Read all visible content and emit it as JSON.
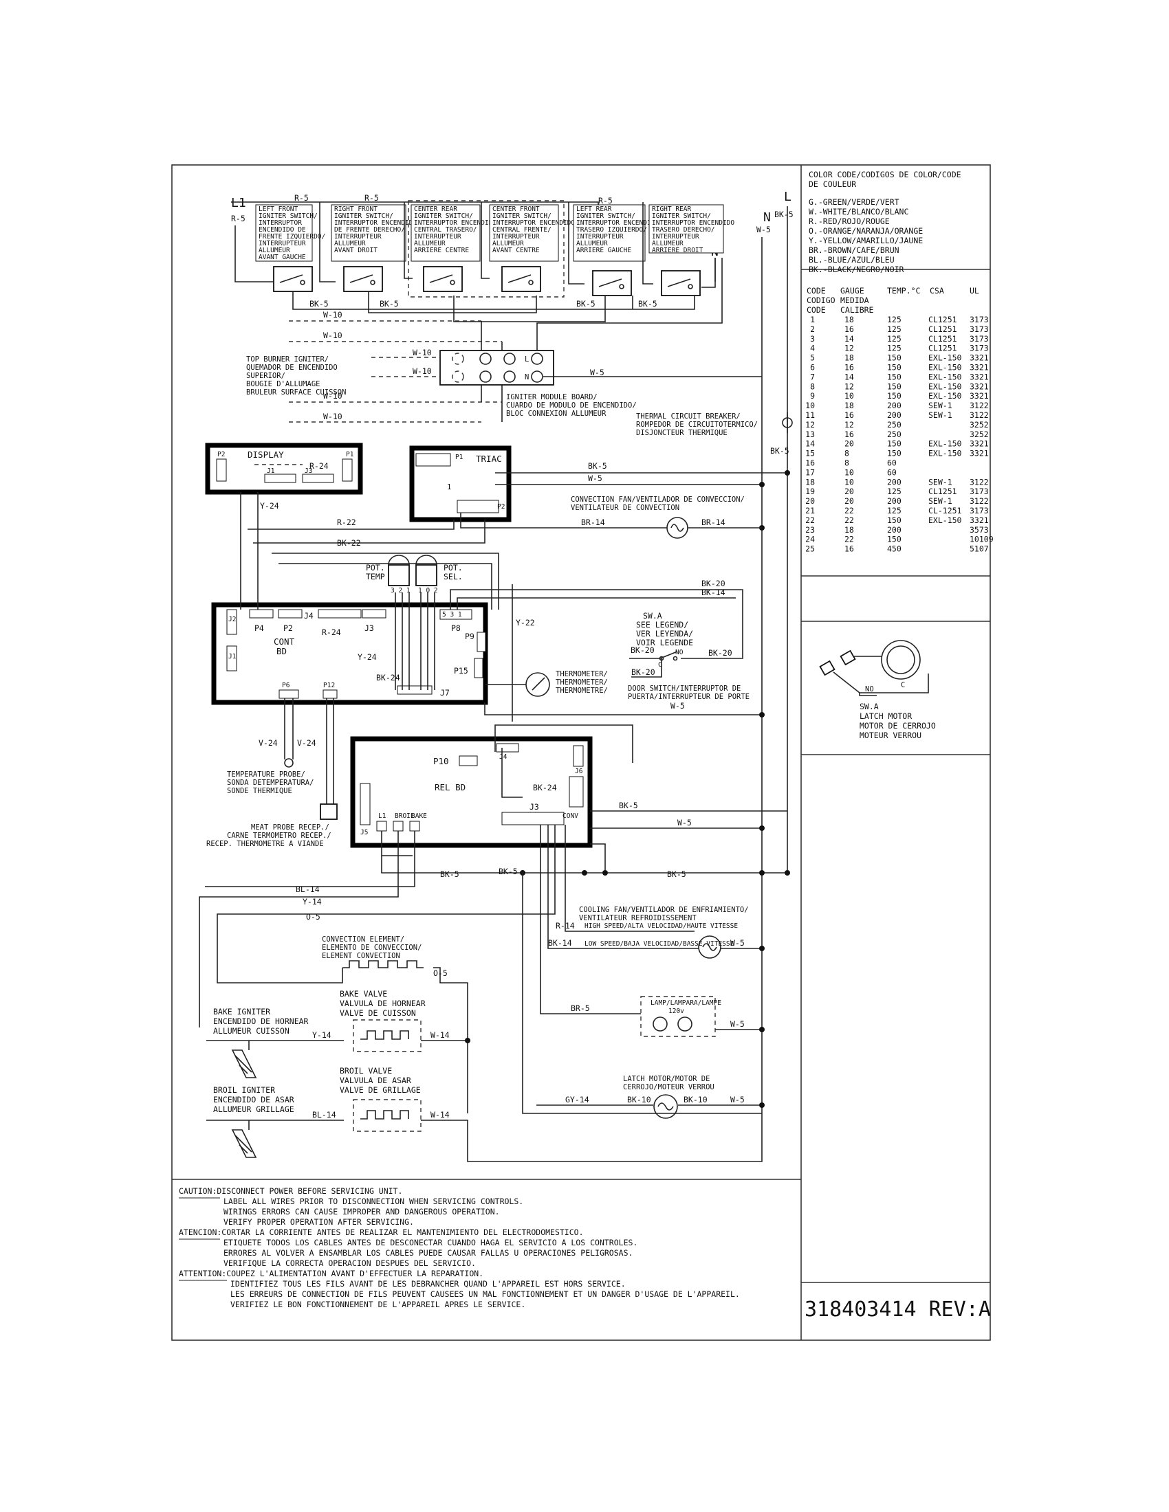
{
  "supply": {
    "l1": "L1",
    "n": "N",
    "l": "L",
    "n2": "N"
  },
  "igniter_switches": [
    {
      "wire": "R-5",
      "text": [
        "LEFT FRONT",
        "IGNITER SWITCH/",
        "INTERRUPTOR",
        "ENCENDIDO DE",
        "FRENTE IZQUIERDO/",
        "INTERRUPTEUR",
        "ALLUMEUR",
        "AVANT GAUCHE"
      ]
    },
    {
      "wire": "R-5",
      "text": [
        "RIGHT FRONT",
        "IGNITER SWITCH/",
        "INTERRUPTOR ENCENDIDO",
        "DE FRENTE DERECHO/",
        "INTERRUPTEUR",
        "ALLUMEUR",
        "AVANT DROIT"
      ]
    },
    {
      "wire": "",
      "text": [
        "CENTER REAR",
        "IGNITER SWITCH/",
        "INTERRUPTOR ENCENDIDO",
        "CENTRAL TRASERO/",
        "INTERRUPTEUR",
        "ALLUMEUR",
        "ARRIERE CENTRE"
      ]
    },
    {
      "wire": "",
      "text": [
        "CENTER FRONT",
        "IGNITER SWITCH/",
        "INTERRUPTOR ENCENDIDO",
        "CENTRAL FRENTE/",
        "INTERRUPTEUR",
        "ALLUMEUR",
        "AVANT CENTRE"
      ]
    },
    {
      "wire": "R-5",
      "text": [
        "LEFT REAR",
        "IGNITER SWITCH/",
        "INTERRUPTOR ENCENDIDO",
        "TRASERO IZQUIERDO/",
        "INTERRUPTEUR",
        "ALLUMEUR",
        "ARRIERE GAUCHE"
      ]
    },
    {
      "wire": "",
      "text": [
        "RIGHT REAR",
        "IGNITER SWITCH/",
        "INTERRUPTOR ENCENDIDO",
        "TRASERO DERECHO/",
        "INTERRUPTEUR",
        "ALLUMEUR",
        "ARRIERE DROIT"
      ]
    }
  ],
  "wires": {
    "r5_l1": "R-5",
    "bk5": "BK-5",
    "w5": "W-5",
    "w10": "W-10",
    "r24": "R-24",
    "y24": "Y-24",
    "r22": "R-22",
    "bk22": "BK-22",
    "bk20": "BK-20",
    "bk14": "BK-14",
    "y22": "Y-22",
    "br14": "BR-14",
    "bk24": "BK-24",
    "v24": "V-24",
    "bl14": "BL-14",
    "y14": "Y-14",
    "o5": "O-5",
    "r14": "R-14",
    "br5": "BR-5",
    "gy14": "GY-14",
    "bk10": "BK-10",
    "w14": "W-14"
  },
  "labels": {
    "top_burner_igniter": [
      "TOP BURNER IGNITER/",
      "QUEMADOR DE ENCENDIDO",
      "SUPERIOR/",
      "BOUGIE D'ALLUMAGE",
      "BRULEUR SURFACE CUISSON"
    ],
    "igniter_module": [
      "IGNITER MODULE BOARD/",
      "CUARDO DE MODULO DE ENCENDIDO/",
      "BLOC CONNEXION ALLUMEUR"
    ],
    "thermal_breaker": [
      "THERMAL CIRCUIT BREAKER/",
      "ROMPEDOR DE CIRCUITOTERMICO/",
      "DISJONCTEUR THERMIQUE"
    ],
    "display": "DISPLAY",
    "triac": "TRIAC",
    "convection_fan": [
      "CONVECTION FAN/VENTILADOR DE CONVECCION/",
      "VENTILATEUR DE CONVECTION"
    ],
    "pot_temp": [
      "POT.",
      "TEMP"
    ],
    "pot_sel": [
      "POT.",
      "SEL."
    ],
    "cont_bd": [
      "CONT",
      "BD"
    ],
    "sw_a_legend": [
      "SW.A",
      "SEE LEGEND/",
      "VER LEYENDA/",
      "VOIR LEGENDE"
    ],
    "thermometer": [
      "THERMOMETER/",
      "THERMOMETER/",
      "THERMOMETRE/"
    ],
    "door_switch": [
      "DOOR SWITCH/INTERRUPTOR DE",
      "PUERTA/INTERRUPTEUR DE PORTE"
    ],
    "temp_probe": [
      "TEMPERATURE PROBE/",
      "SONDA DETEMPERATURA/",
      "SONDE THERMIQUE"
    ],
    "meat_probe": [
      "MEAT PROBE RECEP./",
      "CARNE TERMOMETRO RECEP./",
      "RECEP. THERMOMETRE A VIANDE"
    ],
    "rel_bd": "REL BD",
    "cooling_fan": [
      "COOLING FAN/VENTILADOR DE ENFRIAMIENTO/",
      "VENTILATEUR REFROIDISSEMENT"
    ],
    "high_speed": "HIGH SPEED/ALTA VELOCIDAD/HAUTE VITESSE",
    "low_speed": "LOW SPEED/BAJA VELOCIDAD/BASSE VITESSE",
    "convection_element": [
      "CONVECTION ELEMENT/",
      "ELEMENTO DE CONVECCION/",
      "ELEMENT CONVECTION"
    ],
    "bake_valve": [
      "BAKE VALVE",
      "VALVULA DE HORNEAR",
      "VALVE DE CUISSON"
    ],
    "bake_igniter": [
      "BAKE IGNITER",
      "ENCENDIDO DE HORNEAR",
      "ALLUMEUR CUISSON"
    ],
    "broil_valve": [
      "BROIL VALVE",
      "VALVULA DE ASAR",
      "VALVE DE GRILLAGE"
    ],
    "broil_igniter": [
      "BROIL IGNITER",
      "ENCENDIDO DE ASAR",
      "ALLUMEUR GRILLAGE"
    ],
    "lamp": [
      "LAMP/LAMPARA/LAMPE",
      "120v"
    ],
    "latch_motor": [
      "LATCH MOTOR/MOTOR DE",
      "CERROJO/MOTEUR VERROU"
    ],
    "sw_a_motor": [
      "SW.A",
      "LATCH MOTOR",
      "MOTOR DE CERROJO",
      "MOTEUR VERROU"
    ],
    "no": "NO",
    "c": "C",
    "ports": {
      "p1": "P1",
      "p2": "P2",
      "j1": "J1",
      "j2": "J2",
      "j3": "J3",
      "j4": "J4",
      "j5": "J5",
      "j6": "J6",
      "j7": "J7",
      "p4": "P4",
      "p6": "P6",
      "p8": "P8",
      "p9": "P9",
      "p10": "P10",
      "p12": "P12",
      "p15": "P15"
    },
    "relay_pins": {
      "l1": "L1",
      "bake": "BAKE",
      "broil": "BROIL",
      "conv": "CONV"
    }
  },
  "color_codes": {
    "title": [
      "COLOR CODE/CODIGOS DE COLOR/CODE",
      "DE COULEUR"
    ],
    "items": [
      "G.-GREEN/VERDE/VERT",
      "W.-WHITE/BLANCO/BLANC",
      "R.-RED/ROJO/ROUGE",
      "O.-ORANGE/NARANJA/ORANGE",
      "Y.-YELLOW/AMARILLO/JAUNE",
      "BR.-BROWN/CAFE/BRUN",
      "BL.-BLUE/AZUL/BLEU",
      "BK.-BLACK/NEGRO/NOIR"
    ]
  },
  "gauge_table": {
    "headers": [
      [
        "CODE",
        "CODIGO",
        "CODE"
      ],
      [
        "GAUGE",
        "MEDIDA",
        "CALIBRE"
      ],
      [
        "TEMP.°C"
      ],
      [
        "CSA"
      ],
      [
        "UL"
      ]
    ],
    "rows": [
      [
        "1",
        "18",
        "125",
        "CL1251",
        "3173"
      ],
      [
        "2",
        "16",
        "125",
        "CL1251",
        "3173"
      ],
      [
        "3",
        "14",
        "125",
        "CL1251",
        "3173"
      ],
      [
        "4",
        "12",
        "125",
        "CL1251",
        "3173"
      ],
      [
        "5",
        "18",
        "150",
        "EXL-150",
        "3321"
      ],
      [
        "6",
        "16",
        "150",
        "EXL-150",
        "3321"
      ],
      [
        "7",
        "14",
        "150",
        "EXL-150",
        "3321"
      ],
      [
        "8",
        "12",
        "150",
        "EXL-150",
        "3321"
      ],
      [
        "9",
        "10",
        "150",
        "EXL-150",
        "3321"
      ],
      [
        "10",
        "18",
        "200",
        "SEW-1",
        "3122"
      ],
      [
        "11",
        "16",
        "200",
        "SEW-1",
        "3122"
      ],
      [
        "12",
        "12",
        "250",
        "",
        "3252"
      ],
      [
        "13",
        "16",
        "250",
        "",
        "3252"
      ],
      [
        "14",
        "20",
        "150",
        "EXL-150",
        "3321"
      ],
      [
        "15",
        "8",
        "150",
        "EXL-150",
        "3321"
      ],
      [
        "16",
        "8",
        "60",
        "",
        ""
      ],
      [
        "17",
        "10",
        "60",
        "",
        ""
      ],
      [
        "18",
        "10",
        "200",
        "SEW-1",
        "3122"
      ],
      [
        "19",
        "20",
        "125",
        "CL1251",
        "3173"
      ],
      [
        "20",
        "20",
        "200",
        "SEW-1",
        "3122"
      ],
      [
        "21",
        "22",
        "125",
        "CL-1251",
        "3173"
      ],
      [
        "22",
        "22",
        "150",
        "EXL-150",
        "3321"
      ],
      [
        "23",
        "18",
        "200",
        "",
        "3573"
      ],
      [
        "24",
        "22",
        "150",
        "",
        "10109"
      ],
      [
        "25",
        "16",
        "450",
        "",
        "5107"
      ]
    ]
  },
  "caution": [
    "CAUTION:DISCONNECT POWER BEFORE SERVICING UNIT.",
    "LABEL ALL WIRES PRIOR TO DISCONNECTION WHEN SERVICING CONTROLS.",
    "WIRINGS ERRORS CAN CAUSE IMPROPER AND DANGEROUS OPERATION.",
    "VERIFY PROPER OPERATION AFTER SERVICING.",
    "ATENCION:CORTAR LA CORRIENTE ANTES DE REALIZAR EL MANTENIMIENTO DEL ELECTRODOMESTICO.",
    "ETIQUETE TODOS LOS CABLES ANTES DE DESCONECTAR CUANDO HAGA EL SERVICIO A LOS CONTROLES.",
    "ERRORES AL VOLVER A ENSAMBLAR LOS CABLES PUEDE CAUSAR FALLAS U OPERACIONES PELIGROSAS.",
    "VERIFIQUE LA CORRECTA OPERACION DESPUES DEL SERVICIO.",
    "ATTENTION:COUPEZ L'ALIMENTATION AVANT D'EFFECTUER LA REPARATION.",
    "IDENTIFIEZ TOUS LES FILS AVANT DE LES DEBRANCHER QUAND L'APPAREIL EST HORS SERVICE.",
    "LES ERREURS DE CONNECTION DE FILS PEUVENT CAUSEES UN MAL FONCTIONNEMENT ET UN DANGER D'USAGE DE L'APPAREIL.",
    "VERIFIEZ LE BON FONCTIONNEMENT DE L'APPAREIL APRES LE SERVICE."
  ],
  "part_number": "318403414 REV:A"
}
